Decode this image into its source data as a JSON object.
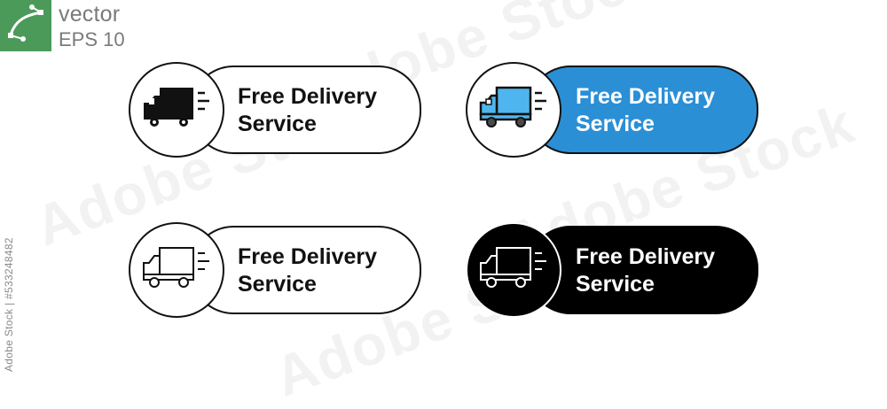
{
  "header": {
    "vector_label": "vector",
    "eps_label": "EPS 10",
    "badge_color": "#4c9a5a"
  },
  "stock_id": "Adobe Stock | #533248482",
  "badges": [
    {
      "line1": "Free Delivery",
      "line2": "Service",
      "style": "outline-filled-icon",
      "text_color": "#111111"
    },
    {
      "line1": "Free Delivery",
      "line2": "Service",
      "style": "blue",
      "text_color": "#ffffff",
      "accent": "#2b8fd6",
      "icon_fill": "#4fb5ee"
    },
    {
      "line1": "Free Delivery",
      "line2": "Service",
      "style": "outline-line-icon",
      "text_color": "#111111"
    },
    {
      "line1": "Free Delivery",
      "line2": "Service",
      "style": "black",
      "text_color": "#ffffff",
      "accent": "#000000"
    }
  ]
}
